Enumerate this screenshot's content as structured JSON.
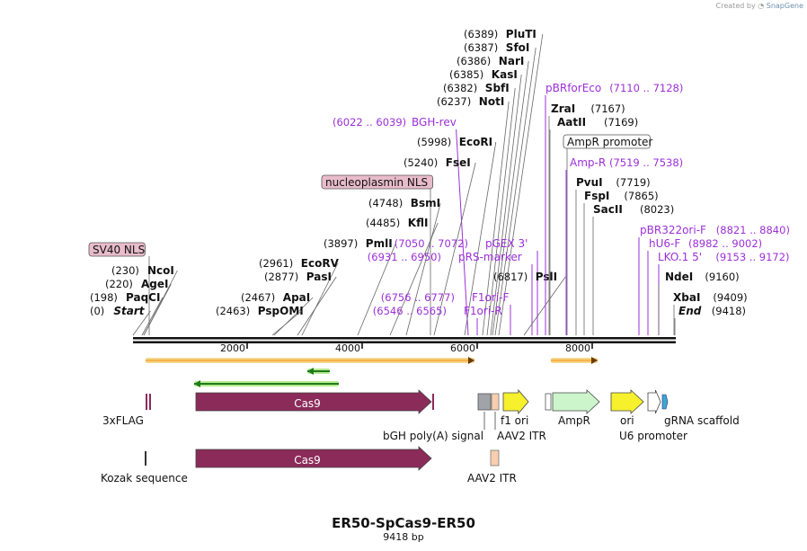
{
  "watermark": {
    "prefix": "Created by",
    "brand": "SnapGene"
  },
  "title": "ER50-SpCas9-ER50",
  "length_label": "9418 bp",
  "sequence_length": 9418,
  "ruler_ticks": [
    "2000",
    "4000",
    "6000",
    "8000"
  ],
  "sites": [
    {
      "name": "PluTI",
      "pos": "(6389)"
    },
    {
      "name": "SfoI",
      "pos": "(6387)"
    },
    {
      "name": "NarI",
      "pos": "(6386)"
    },
    {
      "name": "KasI",
      "pos": "(6385)"
    },
    {
      "name": "SbfI",
      "pos": "(6382)"
    },
    {
      "name": "NotI",
      "pos": "(6237)"
    },
    {
      "name": "BGH-rev",
      "pos": "(6022 .. 6039)",
      "type": "primer"
    },
    {
      "name": "EcoRI",
      "pos": "(5998)"
    },
    {
      "name": "FseI",
      "pos": "(5240)"
    },
    {
      "name": "nucleoplasmin NLS",
      "pos": "",
      "type": "feature"
    },
    {
      "name": "BsmI",
      "pos": "(4748)"
    },
    {
      "name": "KflI",
      "pos": "(4485)"
    },
    {
      "name": "PmlI",
      "pos": "(3897)"
    },
    {
      "name": "pGEX 3'",
      "pos": "(7050 .. 7072)",
      "type": "primer"
    },
    {
      "name": "pRS-marker",
      "pos": "(6931 .. 6950)",
      "type": "primer"
    },
    {
      "name": "PslI",
      "pos": "(6817)"
    },
    {
      "name": "F1ori-F",
      "pos": "(6756 .. 6777)",
      "type": "primer"
    },
    {
      "name": "F1ori-R",
      "pos": "(6546 .. 6565)",
      "type": "primer"
    },
    {
      "name": "SV40 NLS",
      "pos": "",
      "type": "feature"
    },
    {
      "name": "EcoRV",
      "pos": "(2961)"
    },
    {
      "name": "PasI",
      "pos": "(2877)"
    },
    {
      "name": "NcoI",
      "pos": "(230)"
    },
    {
      "name": "AgeI",
      "pos": "(220)"
    },
    {
      "name": "PaqCI",
      "pos": "(198)"
    },
    {
      "name": "Start",
      "pos": "(0)",
      "type": "end"
    },
    {
      "name": "ApaI",
      "pos": "(2467)"
    },
    {
      "name": "PspOMI",
      "pos": "(2463)"
    },
    {
      "name": "pBRforEco",
      "pos": "(7110 .. 7128)",
      "type": "primer"
    },
    {
      "name": "ZraI",
      "pos": "(7167)"
    },
    {
      "name": "AatII",
      "pos": "(7169)"
    },
    {
      "name": "AmpR promoter",
      "pos": "",
      "type": "feature"
    },
    {
      "name": "Amp-R",
      "pos": "(7519 .. 7538)",
      "type": "primer"
    },
    {
      "name": "PvuI",
      "pos": "(7719)"
    },
    {
      "name": "FspI",
      "pos": "(7865)"
    },
    {
      "name": "SacII",
      "pos": "(8023)"
    },
    {
      "name": "pBR322ori-F",
      "pos": "(8821 .. 8840)",
      "type": "primer"
    },
    {
      "name": "hU6-F",
      "pos": "(8982 .. 9002)",
      "type": "primer"
    },
    {
      "name": "LKO.1 5'",
      "pos": "(9153 .. 9172)",
      "type": "primer"
    },
    {
      "name": "NdeI",
      "pos": "(9160)"
    },
    {
      "name": "XbaI",
      "pos": "(9409)"
    },
    {
      "name": "End",
      "pos": "(9418)",
      "type": "end"
    }
  ],
  "features": [
    {
      "name": "3xFLAG",
      "start": 180,
      "end": 250,
      "color": "#8b2b5a"
    },
    {
      "name": "Cas9",
      "start": 1100,
      "end": 5200,
      "color": "#8b2b5a"
    },
    {
      "name": "bGH poly(A) signal",
      "start": 6010,
      "end": 6230,
      "color": "#a0a4a9"
    },
    {
      "name": "f1 ori",
      "start": 6380,
      "end": 6830,
      "color": "#f6f02d"
    },
    {
      "name": "AAV2 ITR",
      "start": 6240,
      "end": 6380,
      "color": "#f7cfae"
    },
    {
      "name": "AmpR",
      "start": 7190,
      "end": 8020,
      "color": "#ccf5cc"
    },
    {
      "name": "ori",
      "start": 8180,
      "end": 8770,
      "color": "#f6f02d"
    },
    {
      "name": "U6 promoter",
      "start": 8800,
      "end": 9040,
      "color": "#ffffff"
    },
    {
      "name": "gRNA scaffold",
      "start": 9060,
      "end": 9140,
      "color": "#3aa6d8"
    },
    {
      "name": "Kozak sequence",
      "start": 210,
      "end": 240,
      "color": "#333333"
    },
    {
      "name": "AAV2 ITR",
      "start": 6240,
      "end": 6380,
      "color": "#f7cfae"
    }
  ],
  "colors": {
    "backbone": "#111111",
    "primer": "#9b30d8",
    "feature_label_fill": "#e8bccb",
    "orf_fill": "#f7b24a",
    "orf_border": "#f2dd96"
  }
}
